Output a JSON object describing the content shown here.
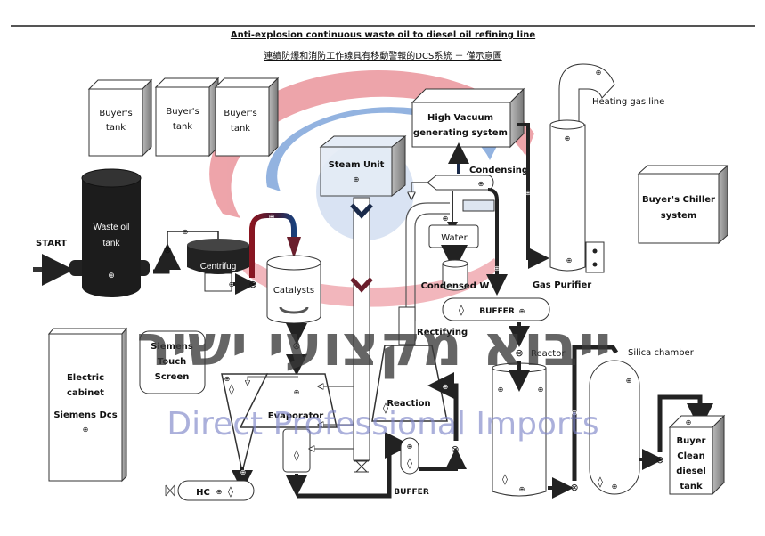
{
  "title": "Anti-explosion continuous waste oil to diesel oil refining line",
  "subtitle": "連續防爆和消防工作線具有移動警報的DCS系統 － 僅示意圖",
  "watermark": {
    "hebrew": "ייבוא מקצועי ישיר",
    "english": "Direct Professional Imports",
    "colors": {
      "red": "#e8868e",
      "blue": "#6f9ad6",
      "text_blue": "#7f86c9"
    }
  },
  "equipment": {
    "buyers_tanks": [
      {
        "line1": "Buyer's",
        "line2": "tank"
      },
      {
        "line1": "Buyer's",
        "line2": "tank"
      },
      {
        "line1": "Buyer's",
        "line2": "tank"
      }
    ],
    "start": "START",
    "waste_oil_tank": {
      "line1": "Waste oil",
      "line2": "tank"
    },
    "centrifuge": "Centrifug",
    "catalysts": "Catalysts",
    "steam_unit": "Steam Unit",
    "high_vacuum": {
      "line1": "High Vacuum",
      "line2": "generating system"
    },
    "condensing": "Condensing",
    "water": "Water",
    "condensed_water": "Condensed W",
    "heating_gas_line": "Heating gas line",
    "gas_purifier": "Gas Purifier",
    "chiller": {
      "line1": "Buyer's Chiller",
      "line2": "system"
    },
    "buffer_top": "BUFFER",
    "rectifying": "Rectifying",
    "reactor": "Reactor",
    "silica_chamber": "Silica chamber",
    "electric_cabinet": {
      "line1": "Electric",
      "line2": "cabinet",
      "line3": "Siemens Dcs"
    },
    "touch_screen": {
      "line1": "Siemens",
      "line2": "Touch",
      "line3": "Screen"
    },
    "evaporator": "Evaporator",
    "reaction": "Reaction",
    "buffer_bottom": "BUFFER",
    "hc": "HC",
    "clean_tank": {
      "line1": "Buyer",
      "line2": "Clean",
      "line3": "diesel",
      "line4": "tank"
    }
  },
  "icons": {
    "valve": "⊗",
    "sensor": "⊕",
    "level": "◊"
  }
}
